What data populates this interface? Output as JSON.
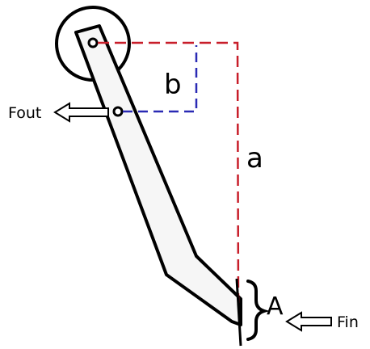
{
  "labels": {
    "distance_b": "b",
    "distance_a": "a",
    "gap_A": "A",
    "force_out": "Fout",
    "force_in": "Fin"
  },
  "colors": {
    "outline": "#000000",
    "dimension_a": "#c81e2a",
    "dimension_b": "#2a2ab4",
    "arm_fill": "#f6f6f6"
  }
}
